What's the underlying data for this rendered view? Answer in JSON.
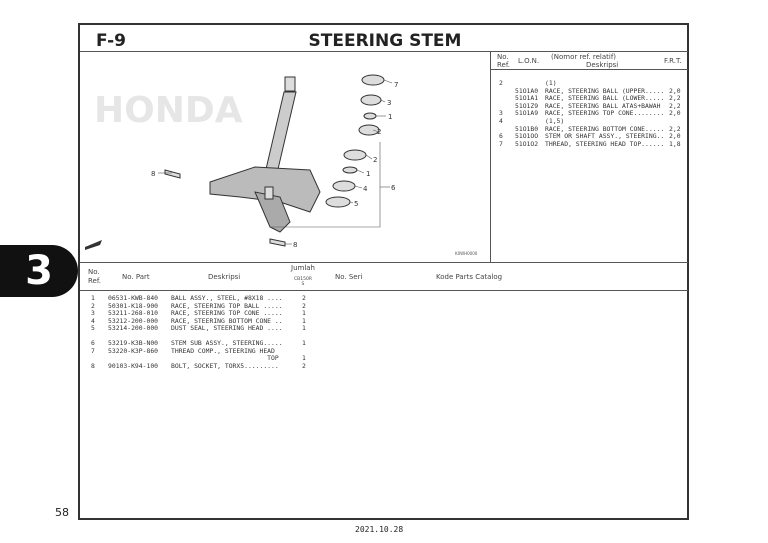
{
  "section_tab": "3",
  "header": {
    "figure": "F-9",
    "title": "STEERING STEM"
  },
  "diagram": {
    "code": "K0WH0000",
    "callouts": [
      "7",
      "3",
      "1",
      "2",
      "2",
      "1",
      "4",
      "6",
      "5",
      "8",
      "8"
    ],
    "watermark": "HONDA"
  },
  "ref_table": {
    "headers": {
      "no_ref": "No.\nRef.",
      "lon": "L.O.N.",
      "desc_top": "(Nomor ref. relatif)",
      "desc": "Deskripsi",
      "frt": "F.R.T."
    },
    "rows": [
      {
        "ref": "2",
        "lon": "",
        "desc": "(1)",
        "frt": ""
      },
      {
        "ref": "",
        "lon": "51O1A0",
        "desc": "RACE, STEERING BALL (UPPER.....",
        "frt": "2,0"
      },
      {
        "ref": "",
        "lon": "51O1A1",
        "desc": "RACE, STEERING BALL (LOWER.....",
        "frt": "2,2"
      },
      {
        "ref": "",
        "lon": "51O1Z9",
        "desc": "RACE, STEERING BALL ATAS+BAWAH",
        "frt": "2,2"
      },
      {
        "ref": "3",
        "lon": "51O1A9",
        "desc": "RACE, STEERING TOP CONE........",
        "frt": "2,0"
      },
      {
        "ref": "4",
        "lon": "",
        "desc": "(1,5)",
        "frt": ""
      },
      {
        "ref": "",
        "lon": "51O1B0",
        "desc": "RACE, STEERING BOTTOM CONE.....",
        "frt": "2,2"
      },
      {
        "ref": "6",
        "lon": "51O1OO",
        "desc": "STEM OR SHAFT ASSY., STEERING..",
        "frt": "2,0"
      },
      {
        "ref": "7",
        "lon": "51O1O2",
        "desc": "THREAD, STEERING HEAD TOP......",
        "frt": "1,8"
      }
    ]
  },
  "parts_table": {
    "headers": {
      "no_ref": "No.\nRef.",
      "part": "No. Part",
      "desc": "Deskripsi",
      "qty": "Jumlah",
      "qty_sub": "CB150R\nS",
      "serial": "No. Seri",
      "catalog": "Kode Parts Catalog"
    },
    "rows": [
      {
        "ref": "1",
        "part": "06531-KWB-840",
        "desc": "BALL ASSY., STEEL, #8X18 ....",
        "qty": "2"
      },
      {
        "ref": "2",
        "part": "50301-K18-900",
        "desc": "RACE, STEERING TOP BALL .....",
        "qty": "2"
      },
      {
        "ref": "3",
        "part": "53211-268-010",
        "desc": "RACE, STEERING TOP CONE .....",
        "qty": "1"
      },
      {
        "ref": "4",
        "part": "53212-200-000",
        "desc": "RACE, STEERING BOTTOM CONE ..",
        "qty": "1"
      },
      {
        "ref": "5",
        "part": "53214-200-000",
        "desc": "DUST SEAL, STEERING HEAD ....",
        "qty": "1"
      },
      {
        "ref": "6",
        "part": "53219-K3B-N00",
        "desc": "STEM SUB ASSY., STEERING.....",
        "qty": "1"
      },
      {
        "ref": "7",
        "part": "53220-K3P-860",
        "desc": "THREAD COMP., STEERING HEAD\n                         TOP",
        "qty": "\n1"
      },
      {
        "ref": "8",
        "part": "90103-K94-100",
        "desc": "BOLT, SOCKET, TORX5.........",
        "qty": "2"
      }
    ]
  },
  "footer": {
    "page": "58",
    "date": "2021.10.28"
  }
}
